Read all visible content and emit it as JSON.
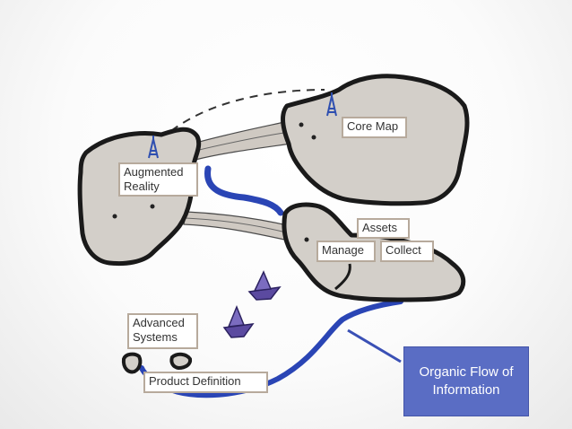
{
  "labels": {
    "core_map": "Core Map",
    "augmented_reality": "Augmented Reality",
    "assets": "Assets",
    "manage": "Manage",
    "collect": "Collect",
    "advanced_systems": "Advanced Systems",
    "product_definition": "Product Definition"
  },
  "callout": {
    "text": "Organic Flow of Information"
  },
  "colors": {
    "island_fill": "#d3cfc9",
    "island_outline": "#1a1a1a",
    "river": "#2a45b5",
    "boat": "#5b4aa0",
    "tower": "#2e4fb0",
    "callout_fill": "#5a6dc4",
    "label_border": "#b7aa9c"
  },
  "icons": [
    "radio-tower-icon",
    "paper-boat-icon"
  ]
}
